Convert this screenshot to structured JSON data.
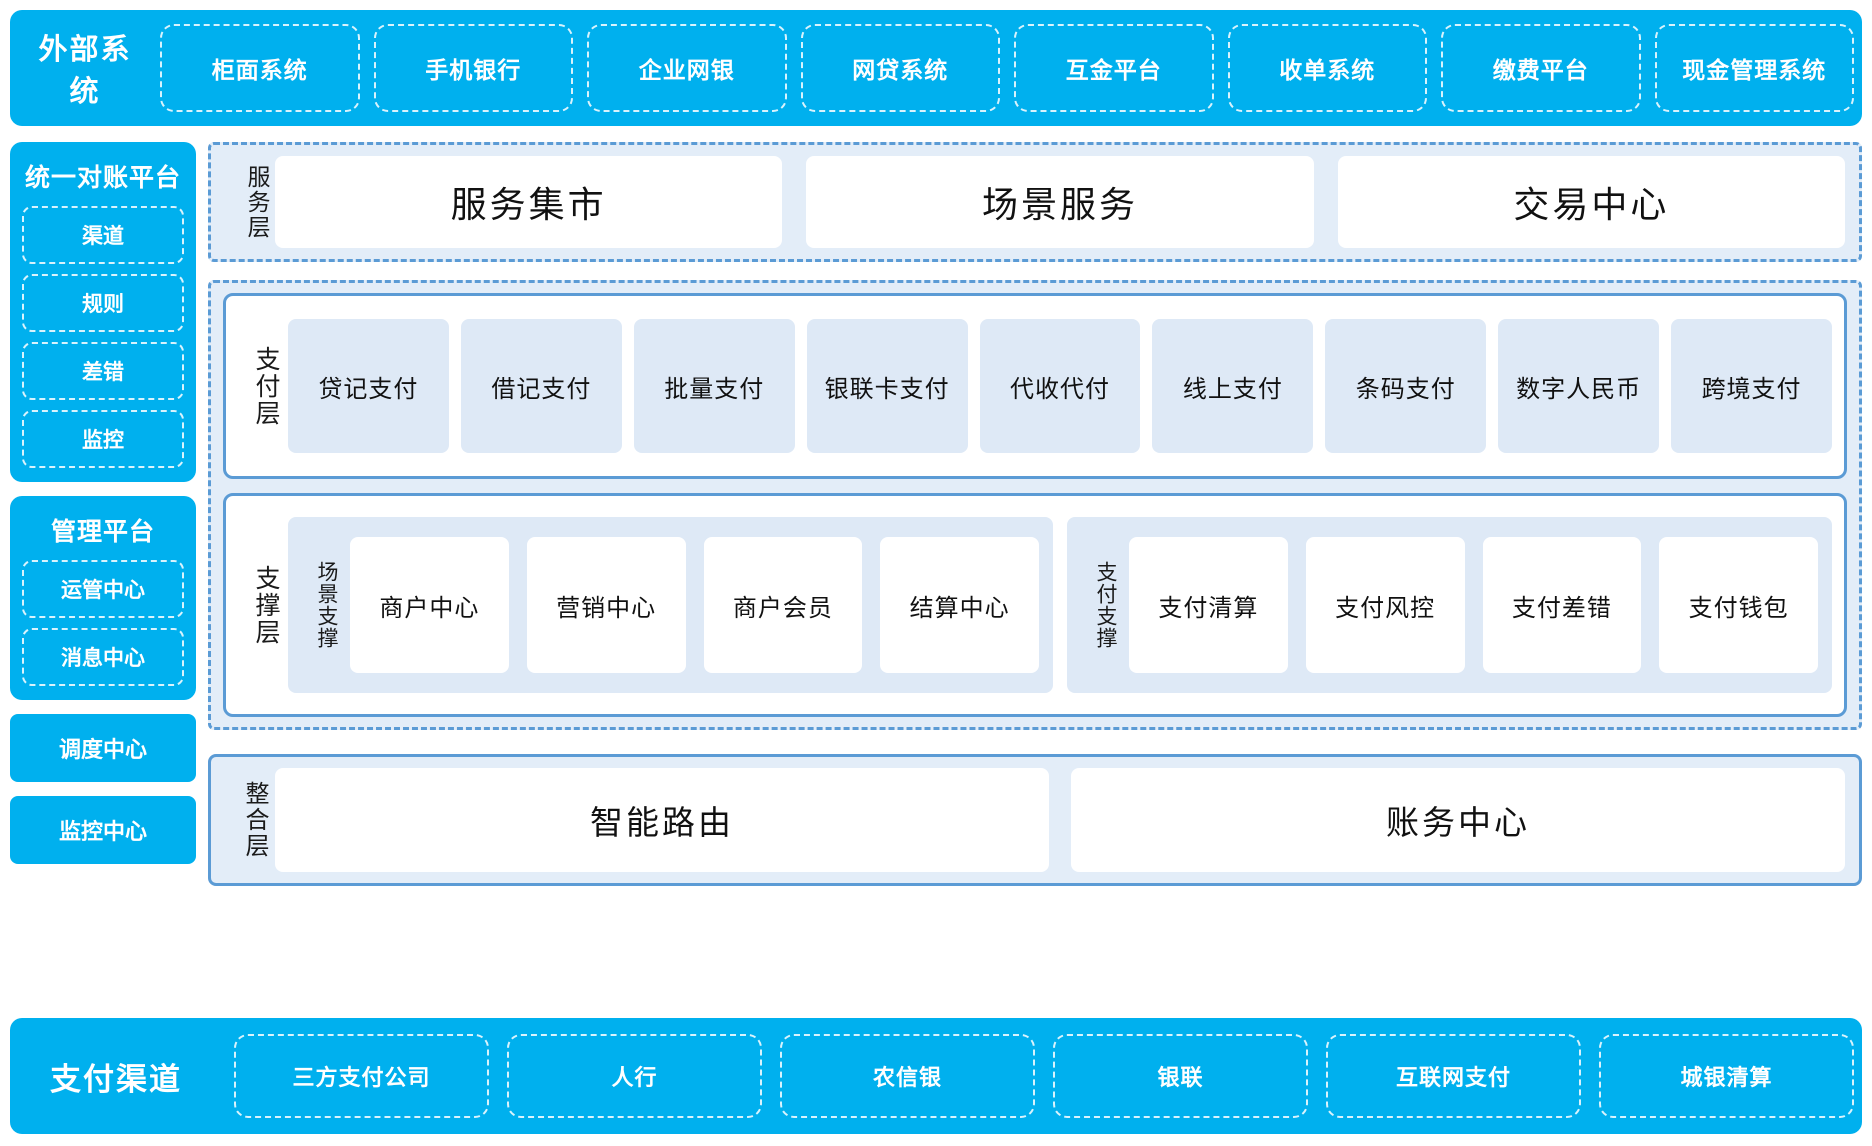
{
  "colors": {
    "cyan": "#00B0EE",
    "panel_blue_border": "#5B9BD5",
    "panel_blue_fill": "#E3EDF8",
    "chip_fill": "#DEE9F6",
    "white": "#FFFFFF",
    "text": "#111111"
  },
  "external": {
    "title": "外部系统",
    "items": [
      "柜面系统",
      "手机银行",
      "企业网银",
      "网贷系统",
      "互金平台",
      "收单系统",
      "缴费平台",
      "现金管理系统"
    ]
  },
  "sidebar": {
    "reconciliation": {
      "title": "统一对账平台",
      "items": [
        "渠道",
        "规则",
        "差错",
        "监控"
      ]
    },
    "management": {
      "title": "管理平台",
      "items": [
        "运管中心",
        "消息中心"
      ]
    },
    "standalone": [
      "调度中心",
      "监控中心"
    ]
  },
  "service_layer": {
    "label": "服务层",
    "items": [
      "服务集市",
      "场景服务",
      "交易中心"
    ]
  },
  "payment_layer": {
    "label": "支付层",
    "items": [
      "贷记支付",
      "借记支付",
      "批量支付",
      "银联卡支付",
      "代收代付",
      "线上支付",
      "条码支付",
      "数字人民币",
      "跨境支付"
    ]
  },
  "support_layer": {
    "label": "支撑层",
    "groups": [
      {
        "label": "场景支撑",
        "items": [
          "商户中心",
          "营销中心",
          "商户会员",
          "结算中心"
        ]
      },
      {
        "label": "支付支撑",
        "items": [
          "支付清算",
          "支付风控",
          "支付差错",
          "支付钱包"
        ]
      }
    ]
  },
  "integration_layer": {
    "label": "整合层",
    "items": [
      "智能路由",
      "账务中心"
    ]
  },
  "channel": {
    "title": "支付渠道",
    "items": [
      "三方支付公司",
      "人行",
      "农信银",
      "银联",
      "互联网支付",
      "城银清算"
    ]
  }
}
